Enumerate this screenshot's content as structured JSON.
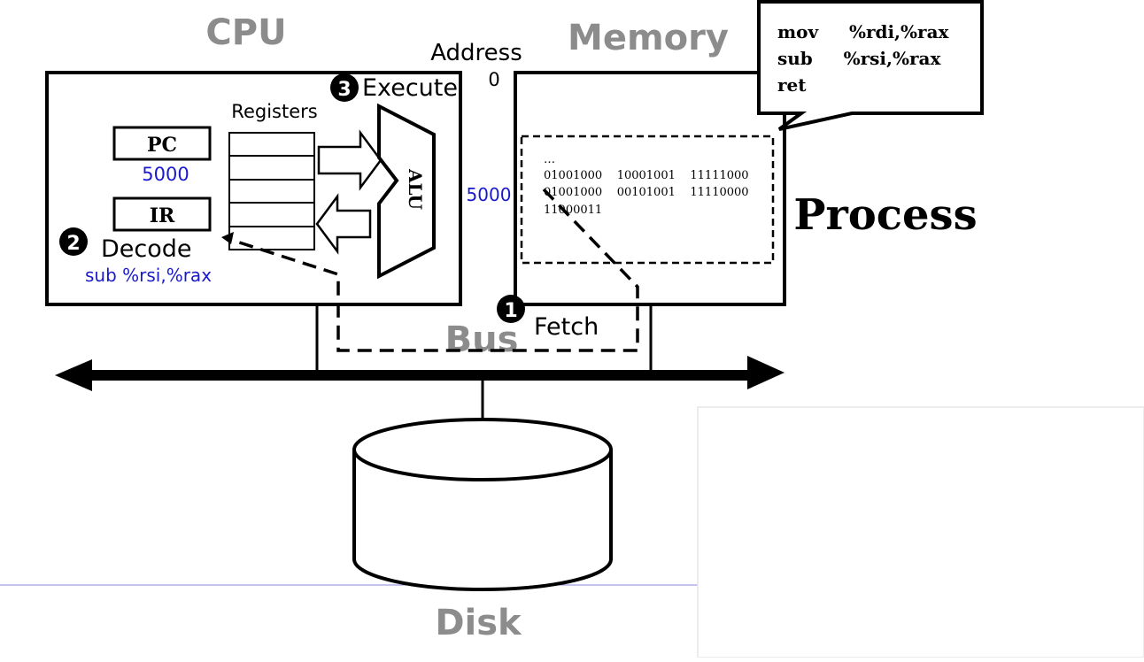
{
  "cpu": {
    "title": "CPU",
    "registers_label": "Registers",
    "pc_label": "PC",
    "pc_value": "5000",
    "ir_label": "IR",
    "alu_label": "ALU"
  },
  "memory": {
    "title": "Memory",
    "address_label": "Address",
    "address_zero": "0",
    "address_5000": "5000",
    "binary_lines": [
      "…",
      "01001000    10001001    11111000",
      "01001000    00101001    11110000",
      "11000011"
    ]
  },
  "callout": {
    "lines": [
      "mov     %rdi,%rax",
      "sub     %rsi,%rax",
      "ret"
    ]
  },
  "process_label": "Process",
  "steps": {
    "fetch_num": "1",
    "fetch": "Fetch",
    "decode_num": "2",
    "decode": "Decode",
    "decode_instr": "sub %rsi,%rax",
    "execute_num": "3",
    "execute": "Execute"
  },
  "bus_label": "Bus",
  "disk_label": "Disk",
  "colors": {
    "gray_title": "#8c8c8c",
    "blue_value": "#1a1acc",
    "black": "#000000"
  }
}
